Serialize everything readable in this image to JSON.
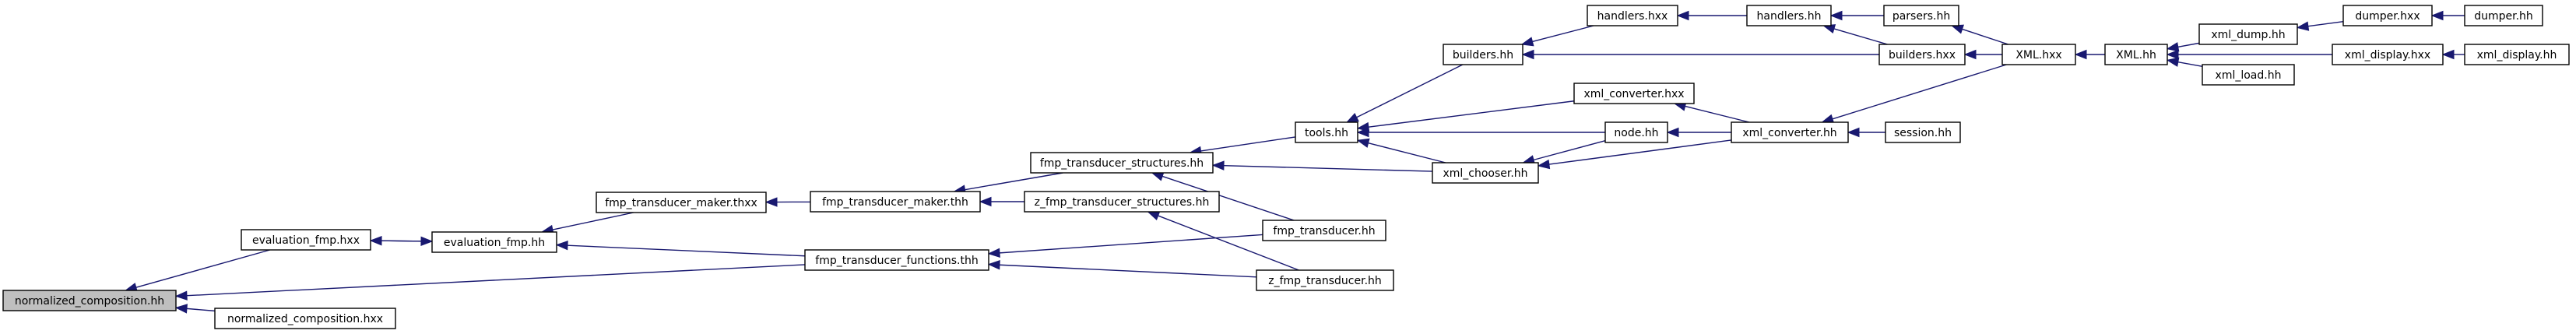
{
  "graph": {
    "nodes": {
      "normalized_composition_hh": "normalized_composition.hh",
      "evaluation_fmp_hxx": "evaluation_fmp.hxx",
      "normalized_composition_hxx": "normalized_composition.hxx",
      "evaluation_fmp_hh": "evaluation_fmp.hh",
      "fmp_transducer_maker_thxx": "fmp_transducer_maker.thxx",
      "fmp_transducer_maker_thh": "fmp_transducer_maker.thh",
      "fmp_transducer_functions_thh": "fmp_transducer_functions.thh",
      "fmp_transducer_structures_hh": "fmp_transducer_structures.hh",
      "z_fmp_transducer_structures_hh": "z_fmp_transducer_structures.hh",
      "fmp_transducer": "fmp_transducer.hh",
      "z_fmp_transducer": "z_fmp_transducer.hh",
      "tools_hh": "tools.hh",
      "builders_hh": "builders.hh",
      "xml_converter_hxx": "xml_converter.hxx",
      "node_hh": "node.hh",
      "xml_chooser_hh": "xml_chooser.hh",
      "handlers_hxx": "handlers.hxx",
      "handlers_hh": "handlers.hh",
      "parsers_hh": "parsers.hh",
      "builders_hxx": "builders.hxx",
      "xml_converter_hh": "xml_converter.hh",
      "session_hh": "session.hh",
      "XML_hxx": "XML.hxx",
      "XML_hh": "XML.hh",
      "xml_dump_hh": "xml_dump.hh",
      "xml_load_hh": "xml_load.hh",
      "xml_display_hxx": "xml_display.hxx",
      "dumper_hxx": "dumper.hxx",
      "dumper_hh": "dumper.hh",
      "xml_display_hh": "xml_display.hh"
    },
    "edges": [
      [
        "evaluation_fmp_hxx",
        "normalized_composition_hh"
      ],
      [
        "normalized_composition_hxx",
        "normalized_composition_hh"
      ],
      [
        "fmp_transducer_functions_thh",
        "normalized_composition_hh"
      ],
      [
        "evaluation_fmp_hh",
        "evaluation_fmp_hxx"
      ],
      [
        "evaluation_fmp_hxx",
        "evaluation_fmp_hh"
      ],
      [
        "fmp_transducer_maker_thxx",
        "evaluation_fmp_hh"
      ],
      [
        "fmp_transducer_functions_thh",
        "evaluation_fmp_hh"
      ],
      [
        "fmp_transducer_maker_thh",
        "fmp_transducer_maker_thxx"
      ],
      [
        "fmp_transducer_structures_hh",
        "fmp_transducer_maker_thh"
      ],
      [
        "z_fmp_transducer_structures_hh",
        "fmp_transducer_maker_thh"
      ],
      [
        "fmp_transducer",
        "fmp_transducer_functions_thh"
      ],
      [
        "z_fmp_transducer",
        "fmp_transducer_functions_thh"
      ],
      [
        "tools_hh",
        "fmp_transducer_structures_hh"
      ],
      [
        "xml_chooser_hh",
        "fmp_transducer_structures_hh"
      ],
      [
        "fmp_transducer",
        "fmp_transducer_structures_hh"
      ],
      [
        "z_fmp_transducer",
        "z_fmp_transducer_structures_hh"
      ],
      [
        "builders_hh",
        "tools_hh"
      ],
      [
        "xml_converter_hxx",
        "tools_hh"
      ],
      [
        "node_hh",
        "tools_hh"
      ],
      [
        "xml_chooser_hh",
        "tools_hh"
      ],
      [
        "node_hh",
        "xml_chooser_hh"
      ],
      [
        "xml_converter_hh",
        "xml_chooser_hh"
      ],
      [
        "handlers_hxx",
        "builders_hh"
      ],
      [
        "builders_hxx",
        "builders_hh"
      ],
      [
        "xml_converter_hh",
        "xml_converter_hxx"
      ],
      [
        "xml_converter_hh",
        "node_hh"
      ],
      [
        "handlers_hh",
        "handlers_hxx"
      ],
      [
        "parsers_hh",
        "handlers_hh"
      ],
      [
        "builders_hxx",
        "handlers_hh"
      ],
      [
        "XML_hxx",
        "parsers_hh"
      ],
      [
        "XML_hxx",
        "builders_hxx"
      ],
      [
        "XML_hxx",
        "xml_converter_hh"
      ],
      [
        "session_hh",
        "xml_converter_hh"
      ],
      [
        "XML_hh",
        "XML_hxx"
      ],
      [
        "xml_dump_hh",
        "XML_hh"
      ],
      [
        "xml_load_hh",
        "XML_hh"
      ],
      [
        "xml_display_hxx",
        "XML_hh"
      ],
      [
        "dumper_hxx",
        "xml_dump_hh"
      ],
      [
        "dumper_hh",
        "dumper_hxx"
      ],
      [
        "xml_display_hh",
        "xml_display_hxx"
      ]
    ],
    "root": "normalized_composition_hh",
    "colors": {
      "edge": "#191970",
      "box_border": "#000000",
      "root_fill": "#bfbfbf",
      "node_fill": "#ffffff",
      "background": "#ffffff"
    }
  }
}
